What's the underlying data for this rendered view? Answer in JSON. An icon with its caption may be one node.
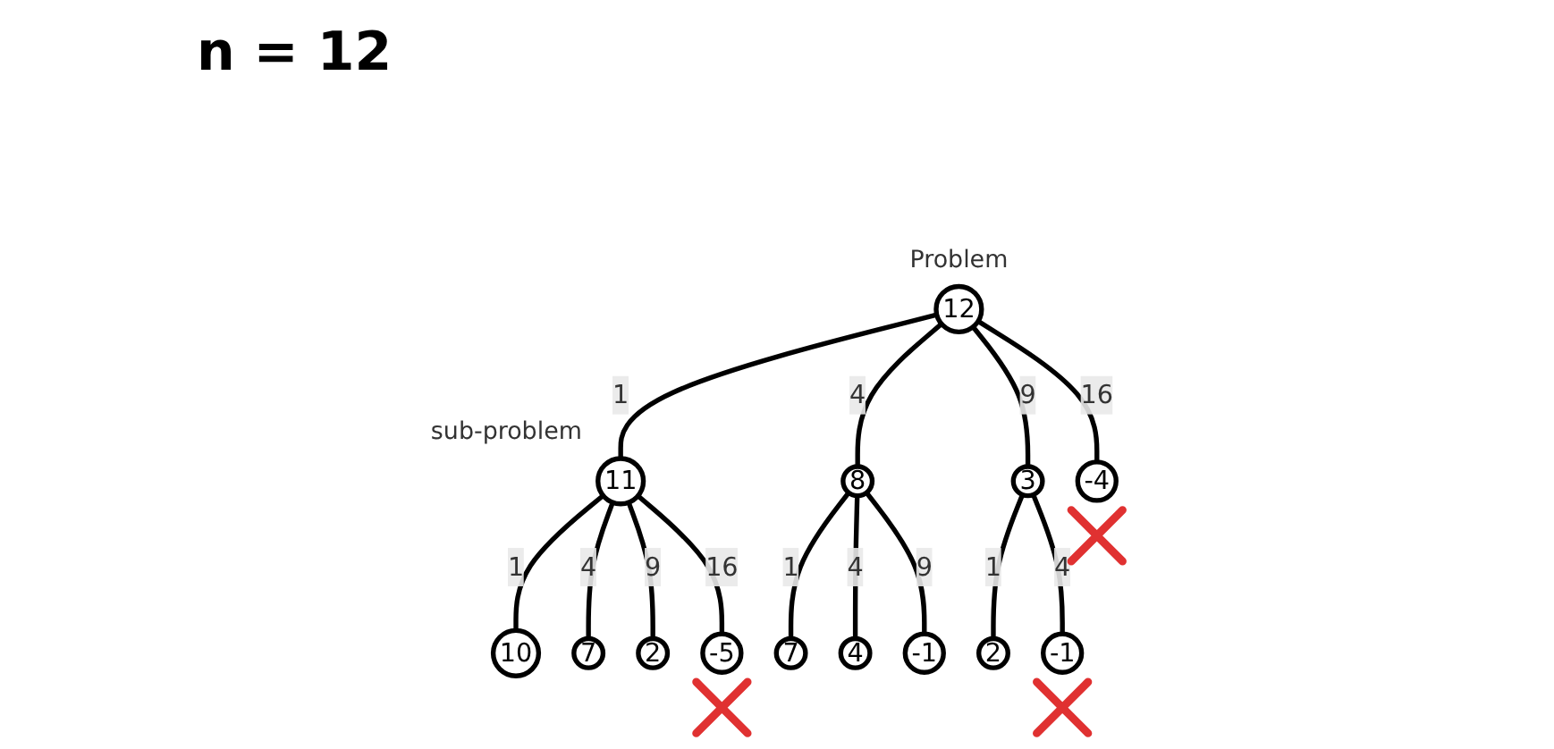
{
  "diagram": {
    "nodes": [
      {
        "text": [
          "12"
        ],
        "beside": [
          "Problem"
        ]
      },
      {
        "text": [
          "11"
        ],
        "beside": [
          "sub-problem"
        ]
      },
      {
        "text": [
          "8"
        ]
      },
      {
        "text": [
          "3"
        ]
      },
      {
        "text": [
          "-4"
        ]
      },
      {
        "text": [
          "10"
        ]
      },
      {
        "text": [
          "7"
        ]
      },
      {
        "text": [
          "2"
        ]
      },
      {
        "text": [
          "-5"
        ]
      },
      {
        "text": [
          "7"
        ]
      },
      {
        "text": [
          "4"
        ]
      },
      {
        "text": [
          "-1"
        ]
      },
      {
        "text": [
          "2"
        ]
      },
      {
        "text": [
          "-1"
        ]
      }
    ],
    "edges": [
      {
        "from": 0,
        "to": 1,
        "arrow": "none",
        "label": "1"
      },
      {
        "from": 0,
        "to": 2,
        "arrow": "none",
        "label": "4"
      },
      {
        "from": 0,
        "to": 3,
        "arrow": "none",
        "label": "9"
      },
      {
        "from": 0,
        "to": 4,
        "arrow": "none",
        "label": "16"
      },
      {
        "from": 1,
        "to": 5,
        "arrow": "none",
        "label": "1"
      },
      {
        "from": 1,
        "to": 6,
        "arrow": "none",
        "label": "4"
      },
      {
        "from": 1,
        "to": 7,
        "arrow": "none",
        "label": "9"
      },
      {
        "from": 1,
        "to": 8,
        "arrow": "none",
        "label": "16"
      },
      {
        "from": 2,
        "to": 9,
        "arrow": "none",
        "label": "1"
      },
      {
        "from": 2,
        "to": 10,
        "arrow": "none",
        "label": "4"
      },
      {
        "from": 2,
        "to": 11,
        "arrow": "none",
        "label": "9"
      },
      {
        "from": 3,
        "to": 12,
        "arrow": "none",
        "label": "1"
      },
      {
        "from": 3,
        "to": 13,
        "arrow": "none",
        "label": "4"
      }
    ],
    "labels": [
      "n = 12"
    ]
  }
}
